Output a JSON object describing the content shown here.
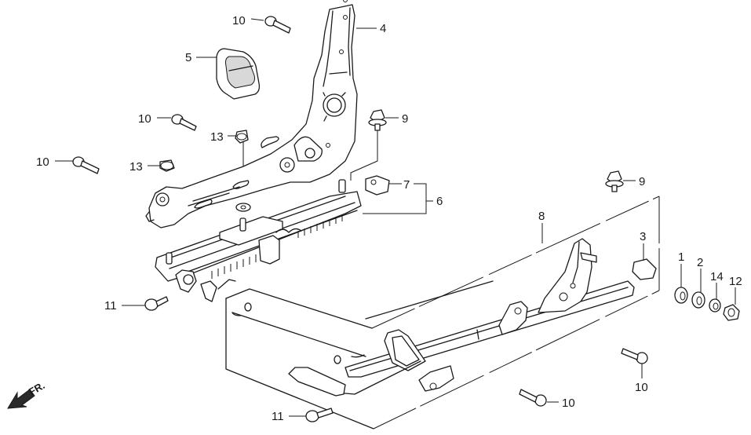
{
  "diagram": {
    "type": "exploded-parts-diagram",
    "subject": "seat adjuster rail assembly",
    "direction_indicator": {
      "label": "FR.",
      "icon": "front-direction-arrow"
    },
    "callouts": [
      {
        "id": "c4",
        "number": "4",
        "part": "recliner-frame"
      },
      {
        "id": "c5",
        "number": "5",
        "part": "recliner-cover"
      },
      {
        "id": "c10a",
        "number": "10",
        "part": "bolt"
      },
      {
        "id": "c10b",
        "number": "10",
        "part": "bolt"
      },
      {
        "id": "c10c",
        "number": "10",
        "part": "bolt"
      },
      {
        "id": "c13a",
        "number": "13",
        "part": "flange-nut"
      },
      {
        "id": "c13b",
        "number": "13",
        "part": "flange-nut"
      },
      {
        "id": "c9a",
        "number": "9",
        "part": "stud-bolt"
      },
      {
        "id": "c7",
        "number": "7",
        "part": "clip"
      },
      {
        "id": "c6",
        "number": "6",
        "part": "inner-rail-assembly"
      },
      {
        "id": "c9b",
        "number": "9",
        "part": "stud-bolt"
      },
      {
        "id": "c8",
        "number": "8",
        "part": "outer-rail-assembly"
      },
      {
        "id": "c3",
        "number": "3",
        "part": "clip"
      },
      {
        "id": "c1",
        "number": "1",
        "part": "collar"
      },
      {
        "id": "c2",
        "number": "2",
        "part": "washer"
      },
      {
        "id": "c14",
        "number": "14",
        "part": "washer"
      },
      {
        "id": "c12",
        "number": "12",
        "part": "nut"
      },
      {
        "id": "c11a",
        "number": "11",
        "part": "bolt"
      },
      {
        "id": "c11b",
        "number": "11",
        "part": "bolt"
      },
      {
        "id": "c10d",
        "number": "10",
        "part": "bolt"
      },
      {
        "id": "c10e",
        "number": "10",
        "part": "bolt"
      }
    ]
  }
}
